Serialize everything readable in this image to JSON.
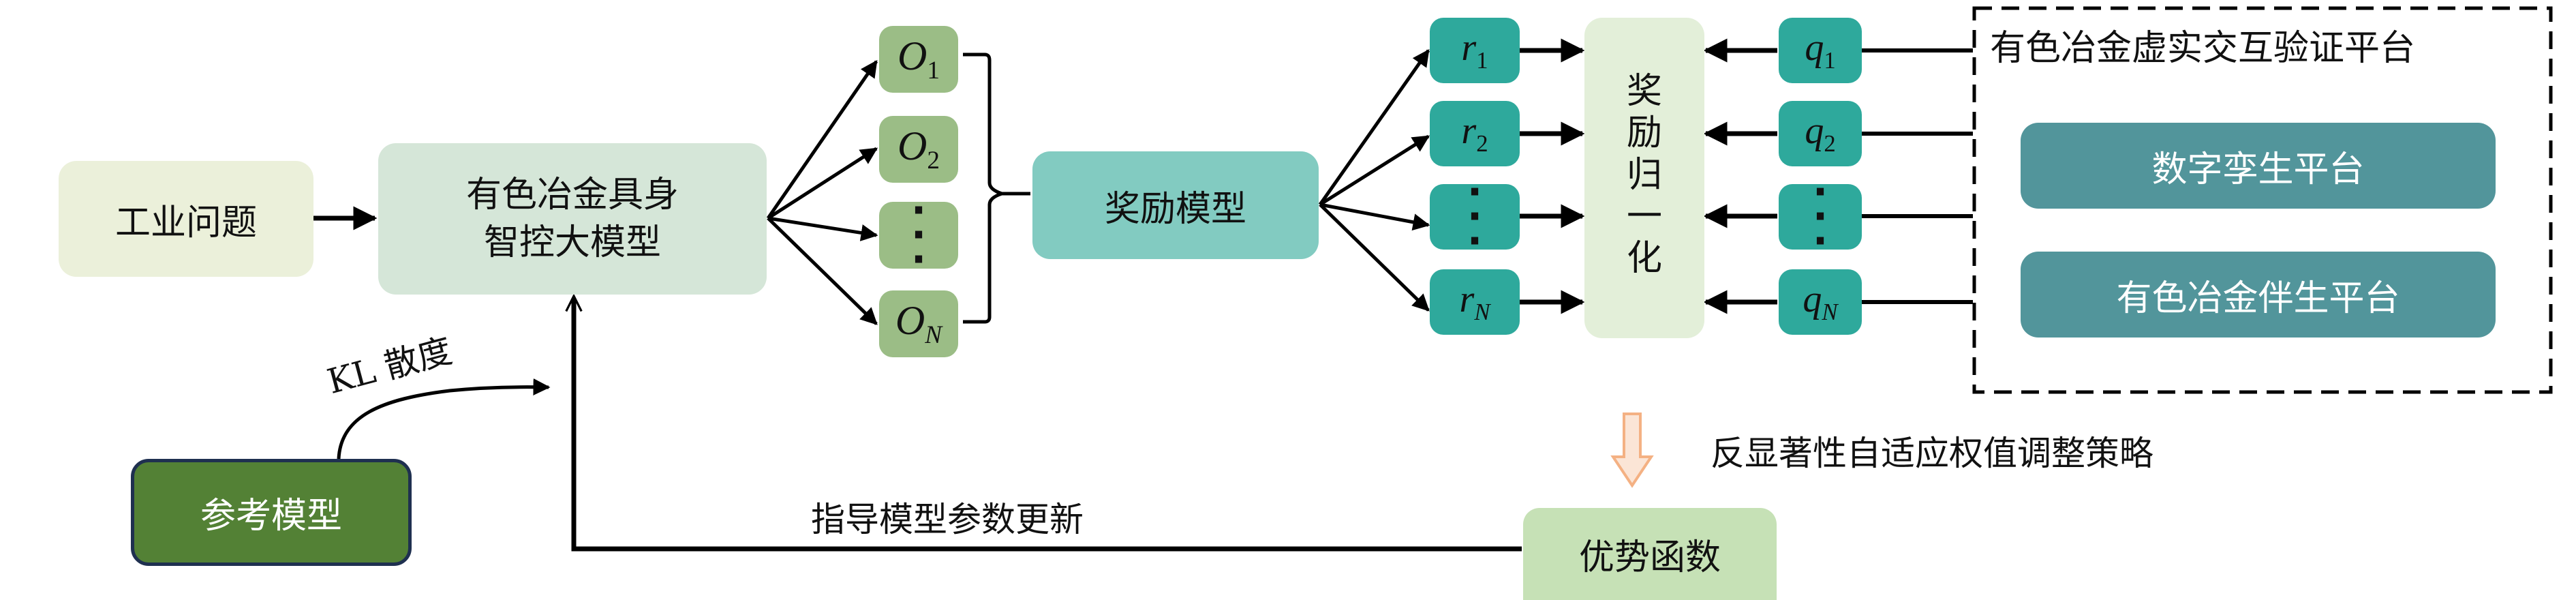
{
  "nodes": {
    "industrial_problem": "工业问题",
    "main_model_line1": "有色冶金具身",
    "main_model_line2": "智控大模型",
    "outputs": [
      {
        "symbol": "O",
        "sub": "1"
      },
      {
        "symbol": "O",
        "sub": "2"
      },
      {
        "symbol": "⋮",
        "sub": ""
      },
      {
        "symbol": "O",
        "sub": "N"
      }
    ],
    "reward_model": "奖励模型",
    "rewards": [
      {
        "symbol": "r",
        "sub": "1"
      },
      {
        "symbol": "r",
        "sub": "2"
      },
      {
        "symbol": "⋮",
        "sub": ""
      },
      {
        "symbol": "r",
        "sub": "N"
      }
    ],
    "reward_normalization": [
      "奖",
      "励",
      "归",
      "一",
      "化"
    ],
    "quality_scores": [
      {
        "symbol": "q",
        "sub": "1"
      },
      {
        "symbol": "q",
        "sub": "2"
      },
      {
        "symbol": "⋮",
        "sub": ""
      },
      {
        "symbol": "q",
        "sub": "N"
      }
    ],
    "platform_group_title": "有色冶金虚实交互验证平台",
    "platforms": [
      "数字孪生平台",
      "有色冶金伴生平台"
    ],
    "strategy_label": "反显著性自适应权值调整策略",
    "advantage_function": "优势函数",
    "reference_model": "参考模型",
    "kl_label": "KL 散度",
    "feedback_label": "指导模型参数更新"
  },
  "colors": {
    "industrial_problem_bg": "#ebf0da",
    "main_model_bg": "#d5e6d8",
    "output_bg": "#9bbd86",
    "reward_model_bg": "#82cbc1",
    "reward_bg": "#2ea99c",
    "normalization_bg": "#e3efd9",
    "platform_bg": "#52959b",
    "advantage_bg": "#c6e1b6",
    "reference_bg": "#538135",
    "reference_border": "#1f3050",
    "down_arrow_fill": "#fbe5d6",
    "down_arrow_stroke": "#f4b183"
  }
}
